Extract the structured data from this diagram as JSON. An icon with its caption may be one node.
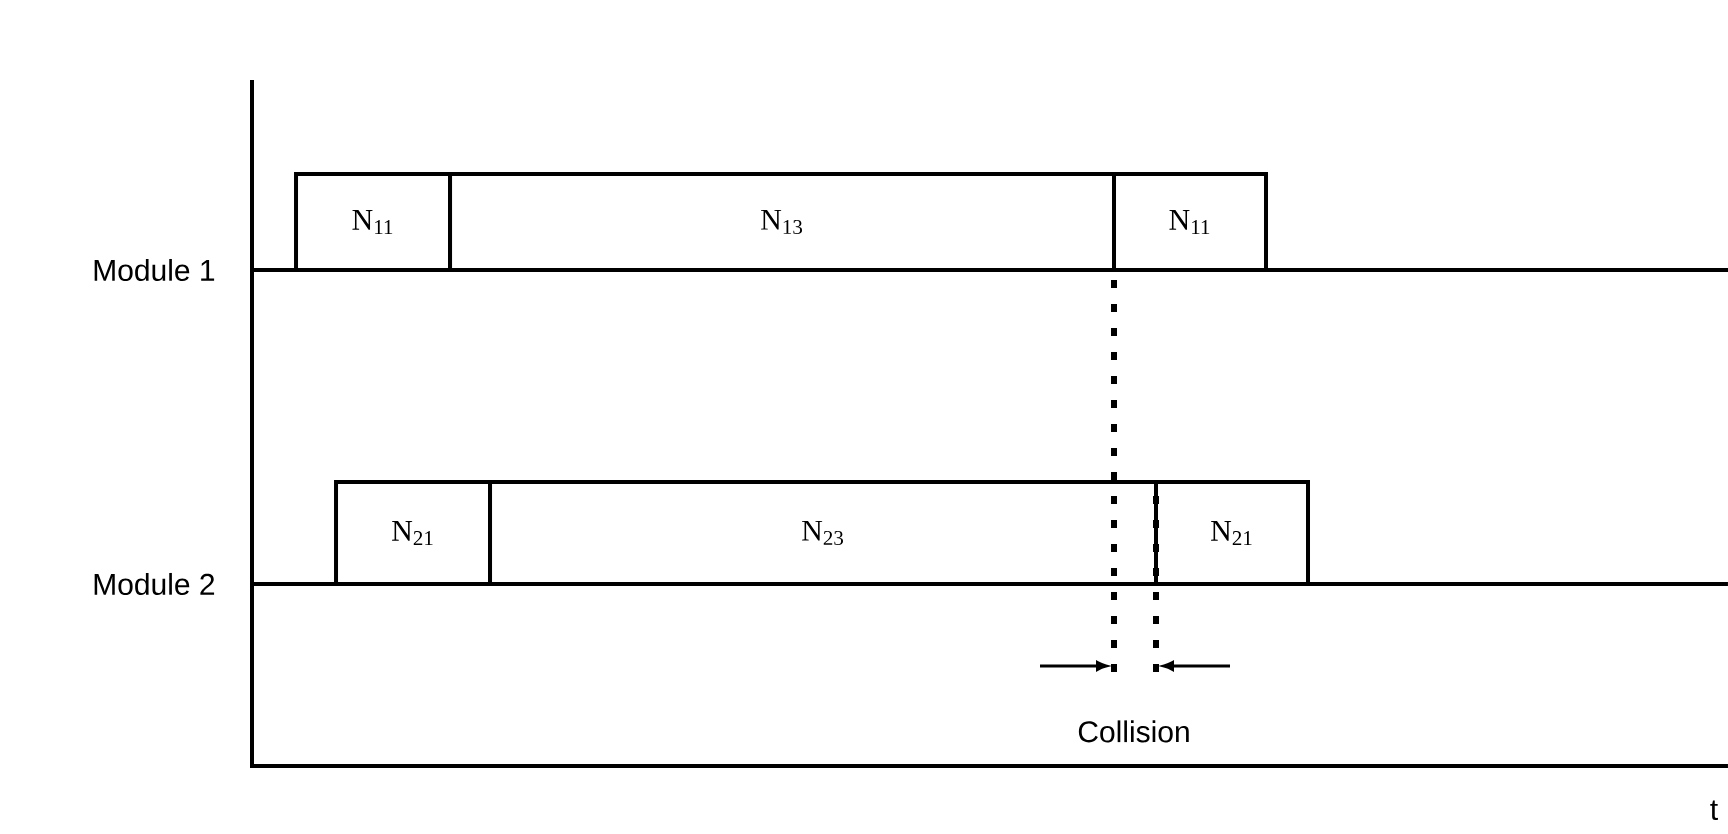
{
  "diagram": {
    "nodes": [
      {
        "text": [
          "N$_{11}$"
        ]
      },
      {
        "text": [
          "N$_{13}$"
        ]
      },
      {
        "text": [
          "N$_{11}$"
        ]
      },
      {
        "text": [
          "N$_{21}$"
        ]
      },
      {
        "text": [
          "N$_{23}$"
        ]
      },
      {
        "text": [
          "N$_{21}$"
        ]
      }
    ],
    "labels": [
      "Module 1",
      "Module 2",
      "Collision",
      "t"
    ]
  }
}
